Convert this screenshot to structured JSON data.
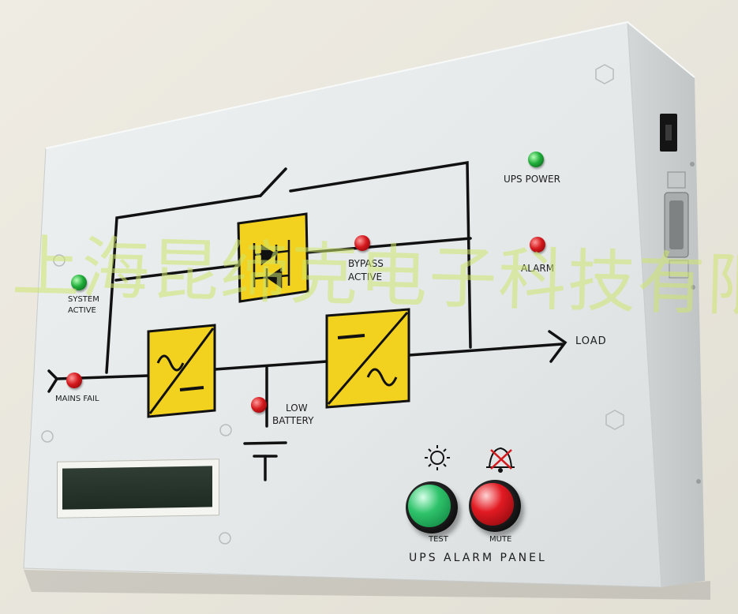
{
  "panel": {
    "title": "UPS ALARM PANEL",
    "leds": {
      "ups_power": "UPS POWER",
      "alarm": "ALARM",
      "bypass_active_1": "BYPASS",
      "bypass_active_2": "ACTIVE",
      "system_active_1": "SYSTEM",
      "system_active_2": "ACTIVE",
      "mains_fail": "MAINS FAIL",
      "low_battery_1": "LOW",
      "low_battery_2": "BATTERY"
    },
    "diagram": {
      "load_label": "LOAD"
    },
    "buttons": {
      "test_label": "TEST",
      "mute_label": "MUTE"
    }
  },
  "watermark": "上海昆缔克电子科技有限公司",
  "colors": {
    "panel": "#e8ecec",
    "block_yellow": "#f2d21e",
    "led_red": "#d4191d",
    "led_green": "#1fae3a",
    "button_green": "#2fc36b",
    "button_red": "#e21a22",
    "watermark": "#cde66e"
  },
  "icons": [
    "sun-icon",
    "bell-muted-icon",
    "rectifier-icon",
    "inverter-icon",
    "thyristor-switch-icon",
    "battery-symbol-icon",
    "arrow-right-icon"
  ]
}
